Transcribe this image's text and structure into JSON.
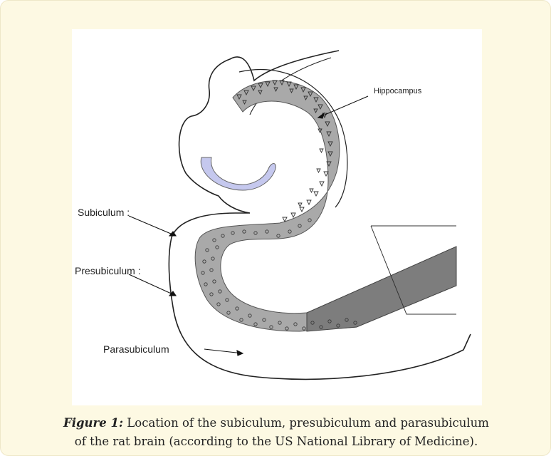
{
  "figure": {
    "labels": {
      "hippocampus": "Hippocampus",
      "subiculum": "Subiculum :",
      "presubiculum": "Presubiculum :",
      "parasubiculum": "Parasubiculum"
    },
    "colors": {
      "cell_band": "#a9a9a9",
      "dark_band": "#7d7d7d",
      "dentate_gyrus": "#c5c8ee",
      "outline": "#222222",
      "panel_background": "#fdf9e3"
    }
  },
  "caption": {
    "label": "Figure 1:",
    "line1": " Location of the subiculum, presubiculum and parasubiculum",
    "line2": "of the rat brain (according to the US National Library of Medicine)."
  }
}
